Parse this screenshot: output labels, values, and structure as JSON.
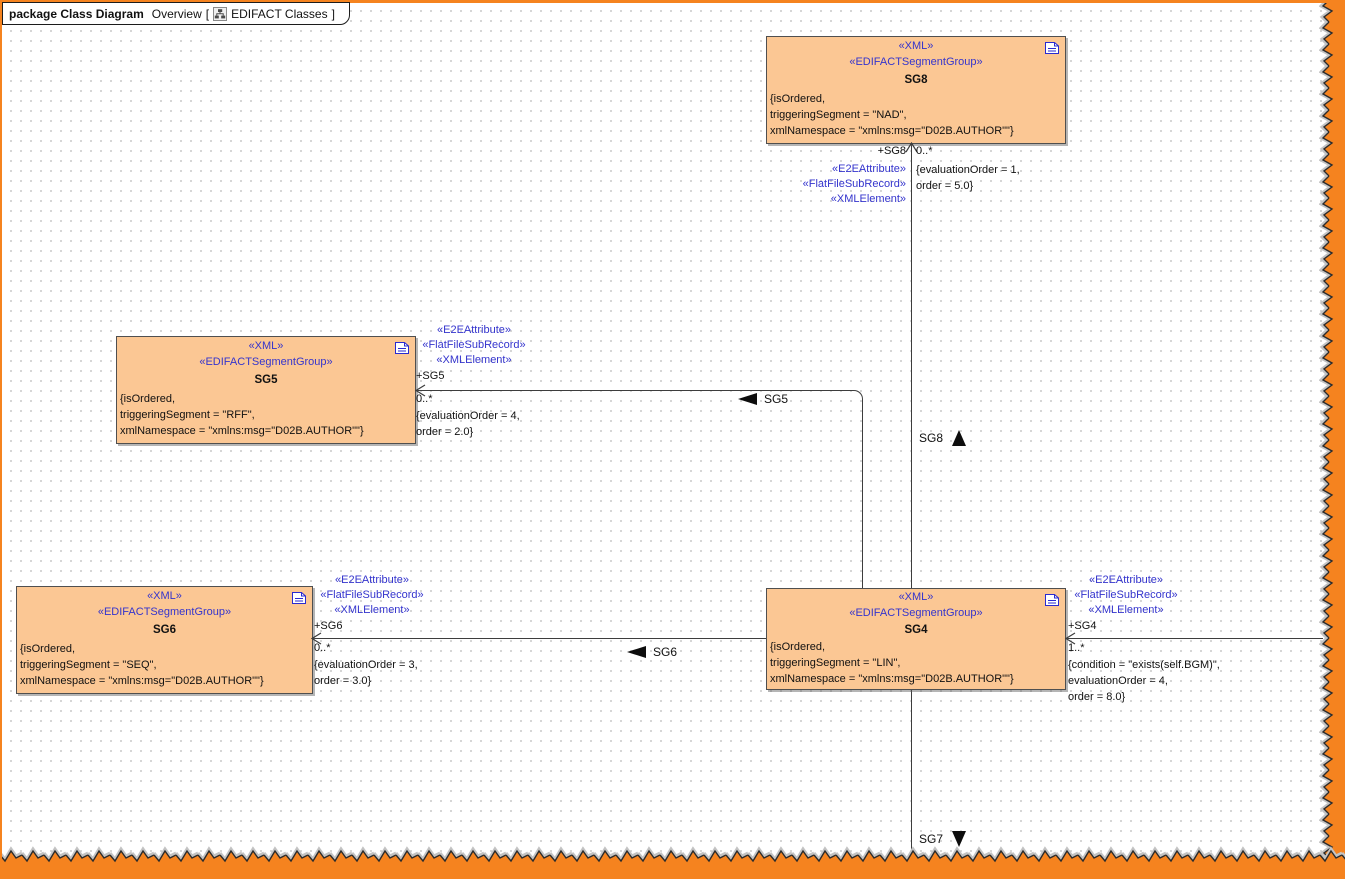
{
  "tab": {
    "package_label": "package Class Diagram",
    "context": "Overview",
    "open_bracket": "[",
    "diagram_name": "EDIFACT Classes",
    "close_bracket": "]"
  },
  "colors": {
    "frame_orange": "#F5831F",
    "class_fill": "#FBC794",
    "class_border": "#4f4f4f",
    "stereotype_blue": "#3434CD",
    "connector": "#3d3d3d"
  },
  "boxes": {
    "sg8": {
      "stereotype1": "«XML»",
      "stereotype2": "«EDIFACTSegmentGroup»",
      "name": "SG8",
      "prop1": "{isOrdered,",
      "prop2": "triggeringSegment = \"NAD\",",
      "prop3": "xmlNamespace = \"xmlns:msg=\"D02B.AUTHOR\"\"}"
    },
    "sg5": {
      "stereotype1": "«XML»",
      "stereotype2": "«EDIFACTSegmentGroup»",
      "name": "SG5",
      "prop1": "{isOrdered,",
      "prop2": "triggeringSegment = \"RFF\",",
      "prop3": "xmlNamespace = \"xmlns:msg=\"D02B.AUTHOR\"\"}"
    },
    "sg6": {
      "stereotype1": "«XML»",
      "stereotype2": "«EDIFACTSegmentGroup»",
      "name": "SG6",
      "prop1": "{isOrdered,",
      "prop2": "triggeringSegment = \"SEQ\",",
      "prop3": "xmlNamespace = \"xmlns:msg=\"D02B.AUTHOR\"\"}"
    },
    "sg4": {
      "stereotype1": "«XML»",
      "stereotype2": "«EDIFACTSegmentGroup»",
      "name": "SG4",
      "prop1": "{isOrdered,",
      "prop2": "triggeringSegment = \"LIN\",",
      "prop3": "xmlNamespace = \"xmlns:msg=\"D02B.AUTHOR\"\"}"
    }
  },
  "associations": {
    "sg8": {
      "role": "+SG8",
      "multiplicity": "0..*",
      "stereotype1": "«E2EAttribute»",
      "stereotype2": "«FlatFileSubRecord»",
      "stereotype3": "«XMLElement»",
      "constraint1": "{evaluationOrder = 1,",
      "constraint2": "order = 5.0}"
    },
    "sg5": {
      "role": "+SG5",
      "multiplicity": "0..*",
      "stereotype1": "«E2EAttribute»",
      "stereotype2": "«FlatFileSubRecord»",
      "stereotype3": "«XMLElement»",
      "constraint1": "{evaluationOrder = 4,",
      "constraint2": "order = 2.0}"
    },
    "sg6": {
      "role": "+SG6",
      "multiplicity": "0..*",
      "stereotype1": "«E2EAttribute»",
      "stereotype2": "«FlatFileSubRecord»",
      "stereotype3": "«XMLElement»",
      "constraint1": "{evaluationOrder = 3,",
      "constraint2": "order = 3.0}"
    },
    "sg4": {
      "role": "+SG4",
      "multiplicity": "1..*",
      "stereotype1": "«E2EAttribute»",
      "stereotype2": "«FlatFileSubRecord»",
      "stereotype3": "«XMLElement»",
      "constraint1": "{condition = \"exists(self.BGM)\",",
      "constraint2": "evaluationOrder = 4,",
      "constraint3": "order = 8.0}"
    }
  },
  "direction_labels": {
    "sg8": "SG8",
    "sg7": "SG7",
    "sg5": "SG5",
    "sg6": "SG6"
  }
}
